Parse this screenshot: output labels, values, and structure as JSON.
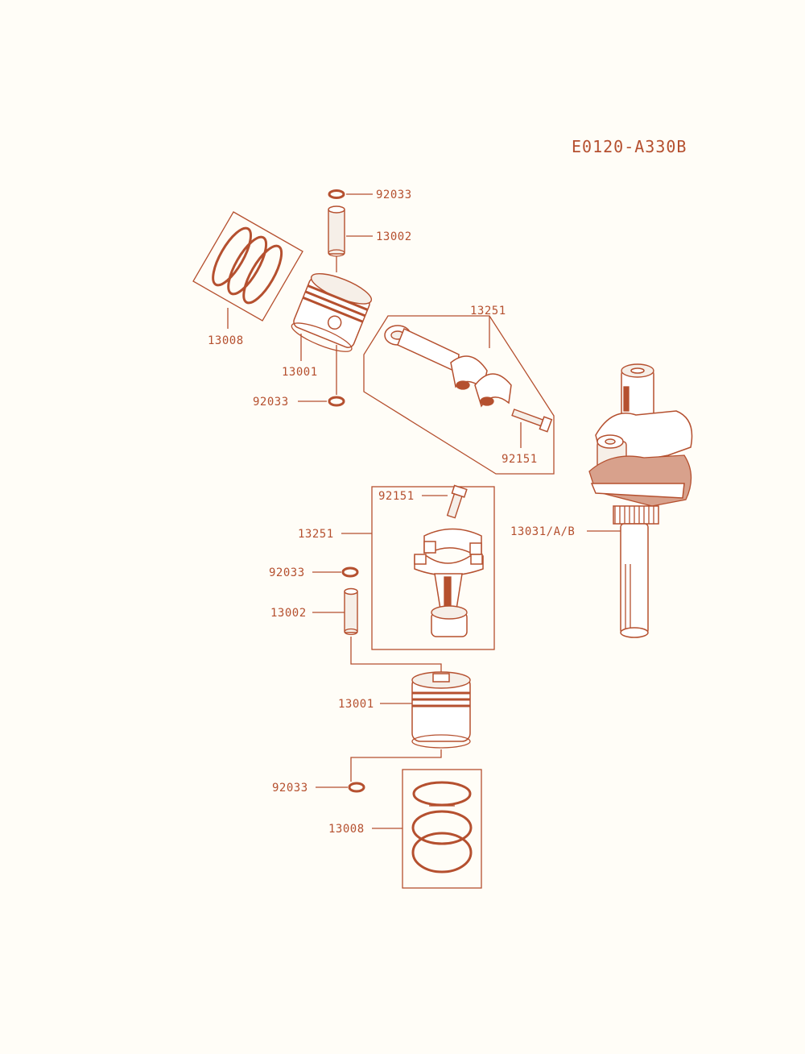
{
  "diagram_code": "E0120-A330B",
  "colors": {
    "ink": "#b5502f",
    "paper": "#fffdf7"
  },
  "parts": {
    "circlip_top": "92033",
    "pin_top": "13002",
    "conrod_top": "13251",
    "rings_top": "13008",
    "piston_top": "13001",
    "circlip_top_lower": "92033",
    "bolt_top": "92151",
    "bolt_lower": "92151",
    "conrod_lower": "13251",
    "crankshaft": "13031/A/B",
    "circlip_lower": "92033",
    "pin_lower": "13002",
    "piston_lower": "13001",
    "circlip_lower_2": "92033",
    "rings_lower": "13008"
  }
}
